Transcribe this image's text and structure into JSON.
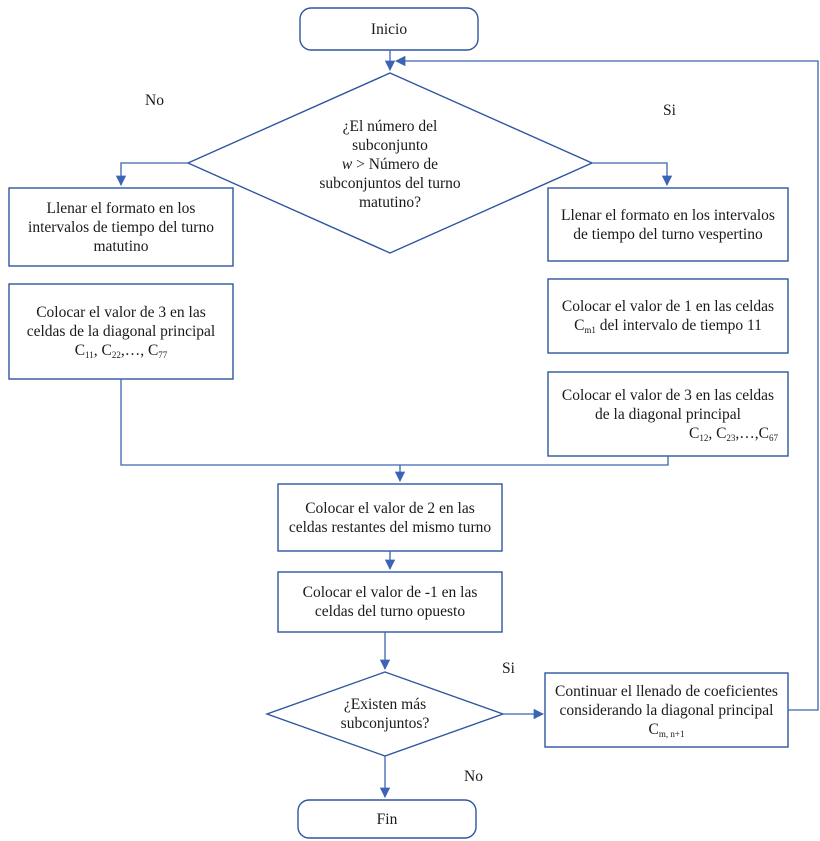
{
  "nodes": {
    "start": "Inicio",
    "decision_subset": {
      "line1": "¿El número del",
      "line2": "subconjunto",
      "var": "w",
      "line3": " > Número de",
      "line4": "subconjuntos del turno",
      "line5": "matutino?"
    },
    "fill_morning": "Llenar el formato en los intervalos de tiempo del turno matutino",
    "fill_evening": "Llenar el formato en los intervalos de tiempo del turno vespertino",
    "diag3_left": {
      "text": "Colocar el valor de 3 en las celdas de la diagonal principal",
      "c": "C",
      "s1": "11",
      "s2": "22",
      "s3": "77",
      "sep": ", ",
      "dots": ",…, "
    },
    "value1": {
      "pre": "Colocar el valor de 1 en las celdas C",
      "sub": "m1",
      "post": " del intervalo de tiempo 11"
    },
    "diag3_right": {
      "text": "Colocar el valor de 3 en las celdas de la diagonal principal",
      "c": "C",
      "s1": "12",
      "s2": "23",
      "s3": "67",
      "sep": ", ",
      "dots": ",…,"
    },
    "value2": "Colocar el valor de 2 en las celdas restantes del mismo turno",
    "value_neg1": "Colocar el valor de -1 en las celdas del turno opuesto",
    "decision_more": "¿Existen más subconjuntos?",
    "continue": {
      "pre": "Continuar el llenado de coeficientes considerando la diagonal principal C",
      "sub": "m, n+1"
    },
    "end": "Fin"
  },
  "labels": {
    "no_top": "No",
    "si_top": "Si",
    "si_bottom": "Si",
    "no_bottom": "No"
  },
  "colors": {
    "border": "#2f56a0",
    "line": "#3c64b4"
  }
}
